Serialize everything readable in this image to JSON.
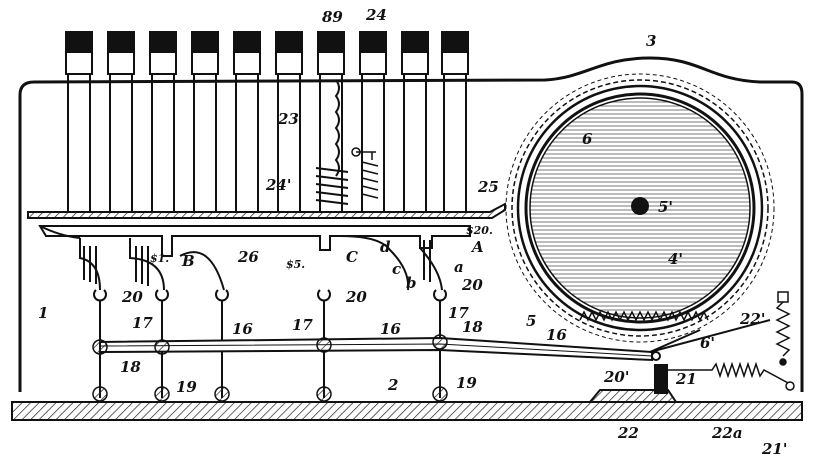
{
  "figure": {
    "labels": [
      {
        "id": "n89",
        "text": "89"
      },
      {
        "id": "n24",
        "text": "24"
      },
      {
        "id": "n3",
        "text": "3"
      },
      {
        "id": "n23",
        "text": "23"
      },
      {
        "id": "n6",
        "text": "6"
      },
      {
        "id": "n24p",
        "text": "24'"
      },
      {
        "id": "n5p",
        "text": "5'"
      },
      {
        "id": "n25",
        "text": "25"
      },
      {
        "id": "n4p",
        "text": "4'"
      },
      {
        "id": "nA",
        "text": "A"
      },
      {
        "id": "nd20",
        "text": "$20."
      },
      {
        "id": "nd",
        "text": "d"
      },
      {
        "id": "nC",
        "text": "C"
      },
      {
        "id": "nc",
        "text": "c"
      },
      {
        "id": "nb",
        "text": "b"
      },
      {
        "id": "na",
        "text": "a"
      },
      {
        "id": "n26",
        "text": "26"
      },
      {
        "id": "nB",
        "text": "B"
      },
      {
        "id": "nd1",
        "text": "$1."
      },
      {
        "id": "nd5",
        "text": "$5."
      },
      {
        "id": "n20a",
        "text": "20"
      },
      {
        "id": "n20b",
        "text": "20"
      },
      {
        "id": "n20c",
        "text": "20"
      },
      {
        "id": "n1",
        "text": "1"
      },
      {
        "id": "n17a",
        "text": "17"
      },
      {
        "id": "n17b",
        "text": "17"
      },
      {
        "id": "n17c",
        "text": "17"
      },
      {
        "id": "n16a",
        "text": "16"
      },
      {
        "id": "n16b",
        "text": "16"
      },
      {
        "id": "n16c",
        "text": "16"
      },
      {
        "id": "n18a",
        "text": "18"
      },
      {
        "id": "n18b",
        "text": "18"
      },
      {
        "id": "n5",
        "text": "5"
      },
      {
        "id": "n6p",
        "text": "6'"
      },
      {
        "id": "n22p",
        "text": "22'"
      },
      {
        "id": "n20p",
        "text": "20'"
      },
      {
        "id": "n21",
        "text": "21"
      },
      {
        "id": "n19a",
        "text": "19"
      },
      {
        "id": "n19b",
        "text": "19"
      },
      {
        "id": "n2",
        "text": "2"
      },
      {
        "id": "n22",
        "text": "22"
      },
      {
        "id": "n22a",
        "text": "22a"
      },
      {
        "id": "n21p",
        "text": "21'"
      }
    ]
  }
}
